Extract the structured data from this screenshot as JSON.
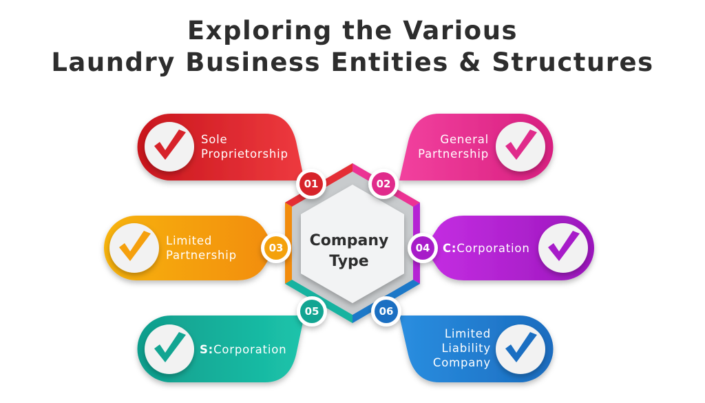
{
  "title": {
    "line1": "Exploring the Various",
    "line2": "Laundry Business Entities & Structures"
  },
  "center": {
    "line1": "Company",
    "line2": "Type"
  },
  "items": [
    {
      "number": "01",
      "line1": "Sole",
      "line2": "Proprietorship",
      "line3": "",
      "color": "#e42d34",
      "icon": "checkmark-icon"
    },
    {
      "number": "02",
      "line1": "General",
      "line2": "Partnership",
      "line3": "",
      "color": "#ec3394",
      "icon": "checkmark-icon"
    },
    {
      "number": "03",
      "line1": "Limited",
      "line2": "Partnership",
      "line3": "",
      "color": "#f4a10c",
      "icon": "checkmark-icon"
    },
    {
      "number": "04",
      "prefix": "C:",
      "line1": "Corporation",
      "color": "#b521d4",
      "icon": "checkmark-icon"
    },
    {
      "number": "05",
      "prefix": "S:",
      "line1": "Corporation",
      "color": "#14b3a0",
      "icon": "checkmark-icon"
    },
    {
      "number": "06",
      "line1": "Limited",
      "line2": "Liability",
      "line3": "Company",
      "color": "#1f78c8",
      "icon": "checkmark-icon"
    }
  ],
  "colors": {
    "title": "#2d2d2d",
    "hexagon_fill": "#f2f3f4",
    "hexagon_ring": "#c8cbcd"
  }
}
